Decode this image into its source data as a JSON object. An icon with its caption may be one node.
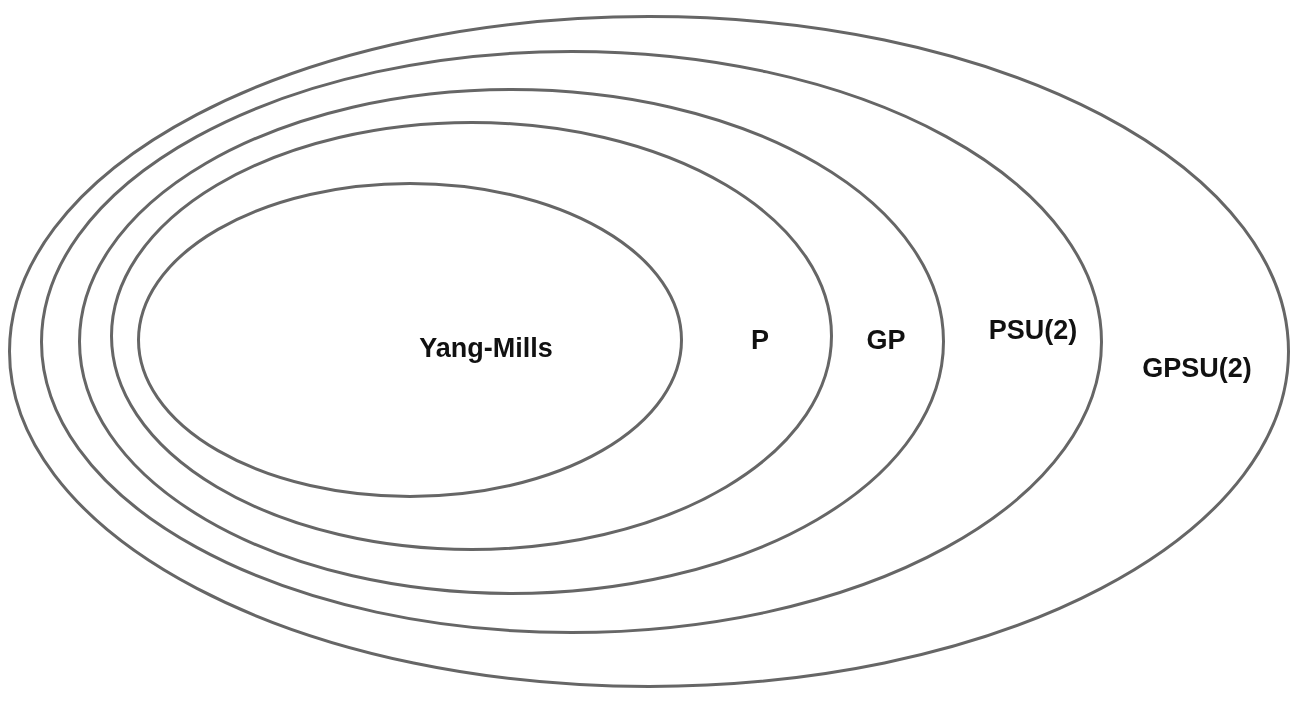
{
  "diagram": {
    "nodes": [
      {
        "text": [
          "GPSU(2)"
        ]
      },
      {
        "text": [
          "PSU(2)"
        ],
        "in": 0
      },
      {
        "text": [
          "GP"
        ],
        "in": 1
      },
      {
        "text": [
          "P"
        ],
        "in": 2
      },
      {
        "text": [
          "Yang-Mills"
        ],
        "in": 3
      }
    ]
  }
}
